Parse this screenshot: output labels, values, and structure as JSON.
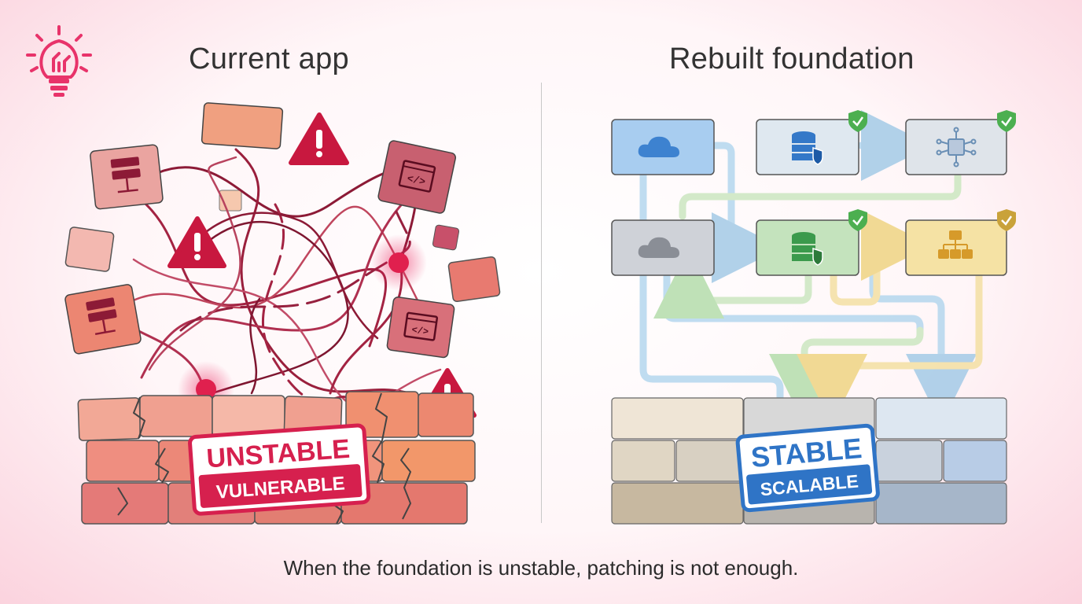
{
  "left": {
    "title": "Current app",
    "badge": {
      "line1": "UNSTABLE",
      "line2": "VULNERABLE"
    }
  },
  "right": {
    "title": "Rebuilt foundation",
    "badge": {
      "line1": "STABLE",
      "line2": "SCALABLE"
    }
  },
  "caption": "When the foundation is unstable, patching is not enough.",
  "colors": {
    "accent": "#d6204e",
    "stable_blue": "#2f74c6",
    "green": "#5bb46a",
    "gold": "#c9a23a"
  },
  "icons": [
    "lightbulb-circuit-icon",
    "server-icon",
    "code-window-icon",
    "warning-icon",
    "cloud-icon",
    "database-shield-icon",
    "chip-icon",
    "org-chart-icon",
    "shield-check-icon"
  ]
}
